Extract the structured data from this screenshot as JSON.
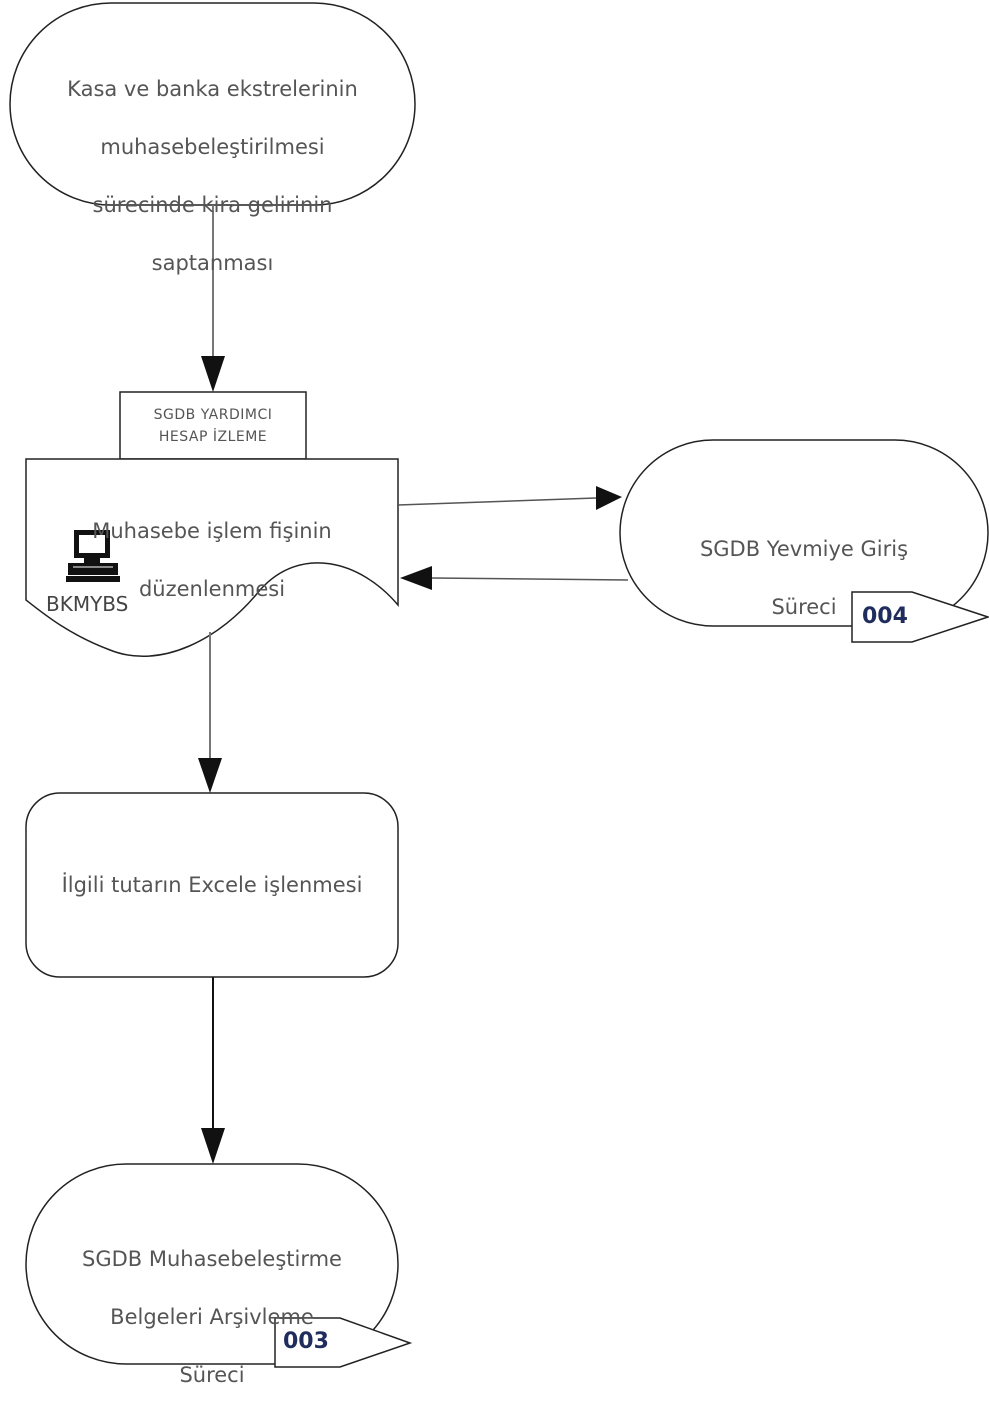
{
  "diagram": {
    "start": {
      "lines": [
        "Kasa ve banka ekstrelerinin",
        "muhasebeleştirilmesi",
        "sürecinde kira gelirinin",
        "saptanması"
      ]
    },
    "document_tag": {
      "lines": [
        "SGDB YARDIMCI",
        "HESAP İZLEME"
      ]
    },
    "document": {
      "lines": [
        "Muhasebe işlem fişinin",
        "düzenlenmesi"
      ],
      "system_label": "BKMYBS",
      "system_icon": "computer-icon"
    },
    "subprocess_right": {
      "lines": [
        "SGDB Yevmiye Giriş",
        "Süreci"
      ],
      "connector": "004"
    },
    "process": {
      "label": "İlgili tutarın Excele işlenmesi"
    },
    "end": {
      "lines": [
        "SGDB Muhasebeleştirme",
        "Belgeleri Arşivleme",
        "Süreci"
      ],
      "connector": "003"
    },
    "colors": {
      "stroke": "#222222",
      "text": "#555555",
      "connector_text": "#1f2d5c"
    }
  }
}
